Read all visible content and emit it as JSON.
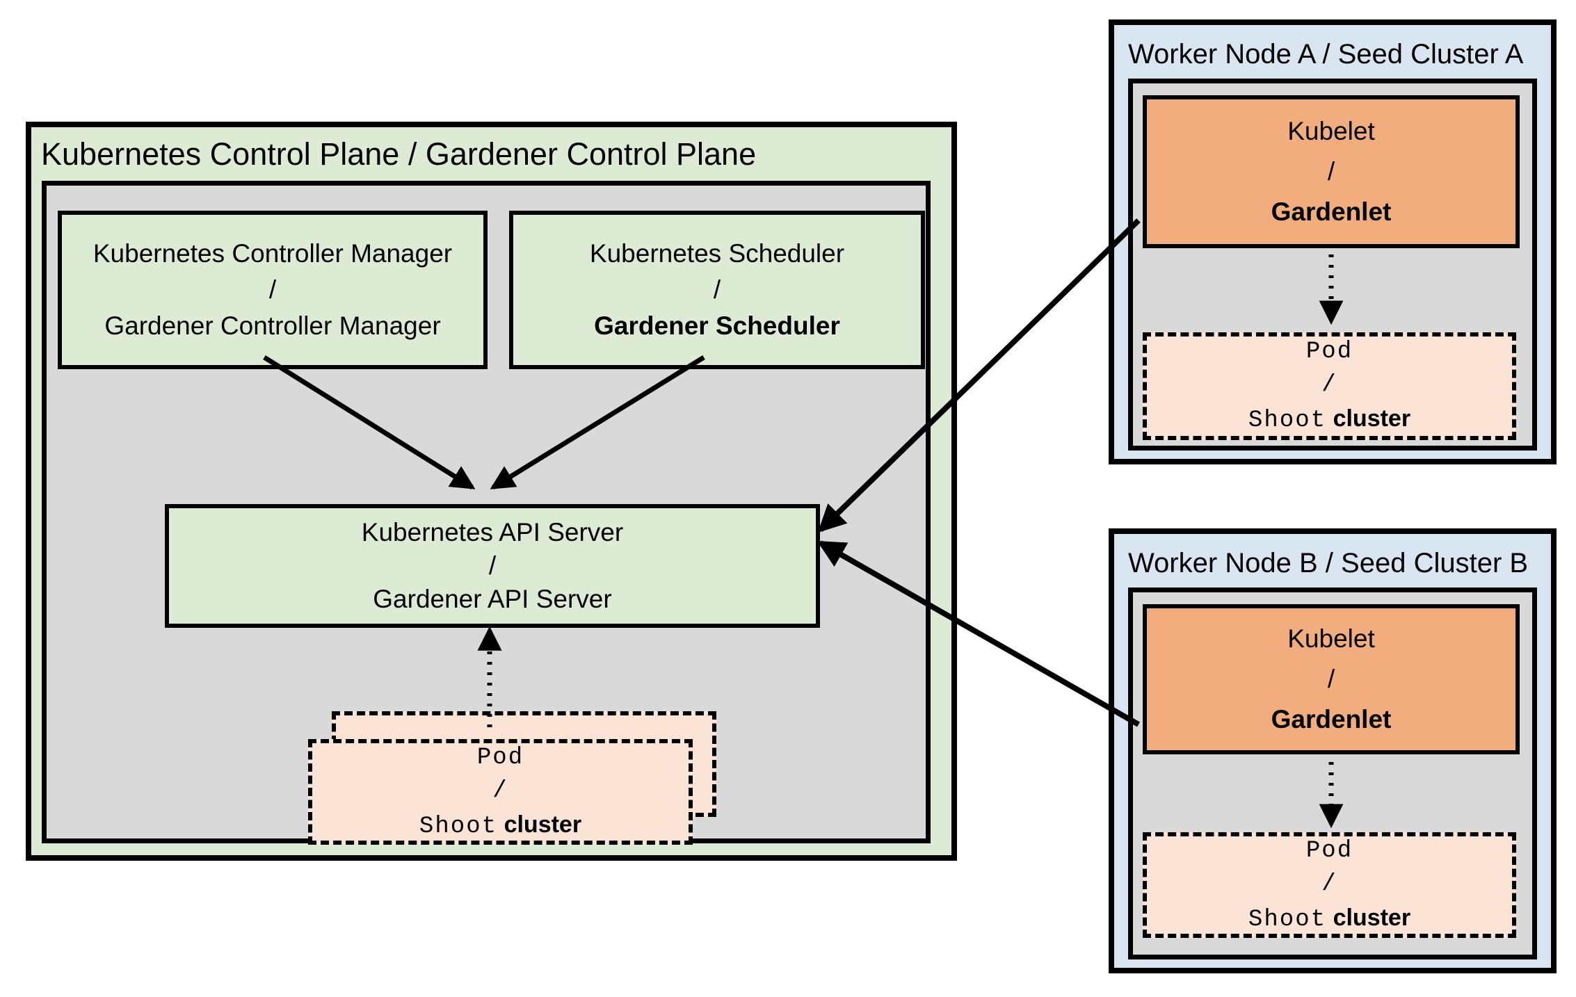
{
  "colors": {
    "panel_green": "#DEEBD4",
    "panel_blue": "#DAE5F2",
    "inner_gray": "#D9D9D9",
    "kubelet_orange": "#F2AD7E",
    "pod_peach": "#FBE4D5",
    "line_black": "#000000"
  },
  "control_plane": {
    "title": "Kubernetes Control Plane / Gardener Control Plane",
    "controller_manager": {
      "line1": "Kubernetes Controller Manager",
      "separator": "/",
      "line2": "Gardener Controller Manager"
    },
    "scheduler": {
      "line1": "Kubernetes Scheduler",
      "separator": "/",
      "line2": "Gardener Scheduler"
    },
    "api_server": {
      "line1": "Kubernetes API Server",
      "separator": "/",
      "line2": "Gardener API Server"
    },
    "pod_stack": {
      "line1": "Pod",
      "separator": "/",
      "line2_code": "Shoot",
      "line2_plain": "cluster"
    }
  },
  "worker_node_a": {
    "title": "Worker Node A / Seed Cluster A",
    "kubelet": {
      "line1": "Kubelet",
      "separator": "/",
      "line2": "Gardenlet"
    },
    "pod": {
      "line1": "Pod",
      "separator": "/",
      "line2_code": "Shoot",
      "line2_plain": "cluster"
    }
  },
  "worker_node_b": {
    "title": "Worker Node B / Seed Cluster B",
    "kubelet": {
      "line1": "Kubelet",
      "separator": "/",
      "line2": "Gardenlet"
    },
    "pod": {
      "line1": "Pod",
      "separator": "/",
      "line2_code": "Shoot",
      "line2_plain": "cluster"
    }
  },
  "connections": [
    {
      "from": "controller-manager",
      "to": "api-server",
      "style": "solid-arrow"
    },
    {
      "from": "scheduler",
      "to": "api-server",
      "style": "solid-arrow"
    },
    {
      "from": "pod-shoot-cluster-stack",
      "to": "api-server",
      "style": "dotted-arrow"
    },
    {
      "from": "kubelet-gardenlet-a",
      "to": "api-server",
      "style": "solid-arrow"
    },
    {
      "from": "kubelet-gardenlet-b",
      "to": "api-server",
      "style": "solid-arrow"
    },
    {
      "from": "kubelet-gardenlet-a",
      "to": "pod-shoot-cluster-a",
      "style": "dotted-arrow"
    },
    {
      "from": "kubelet-gardenlet-b",
      "to": "pod-shoot-cluster-b",
      "style": "dotted-arrow"
    }
  ]
}
